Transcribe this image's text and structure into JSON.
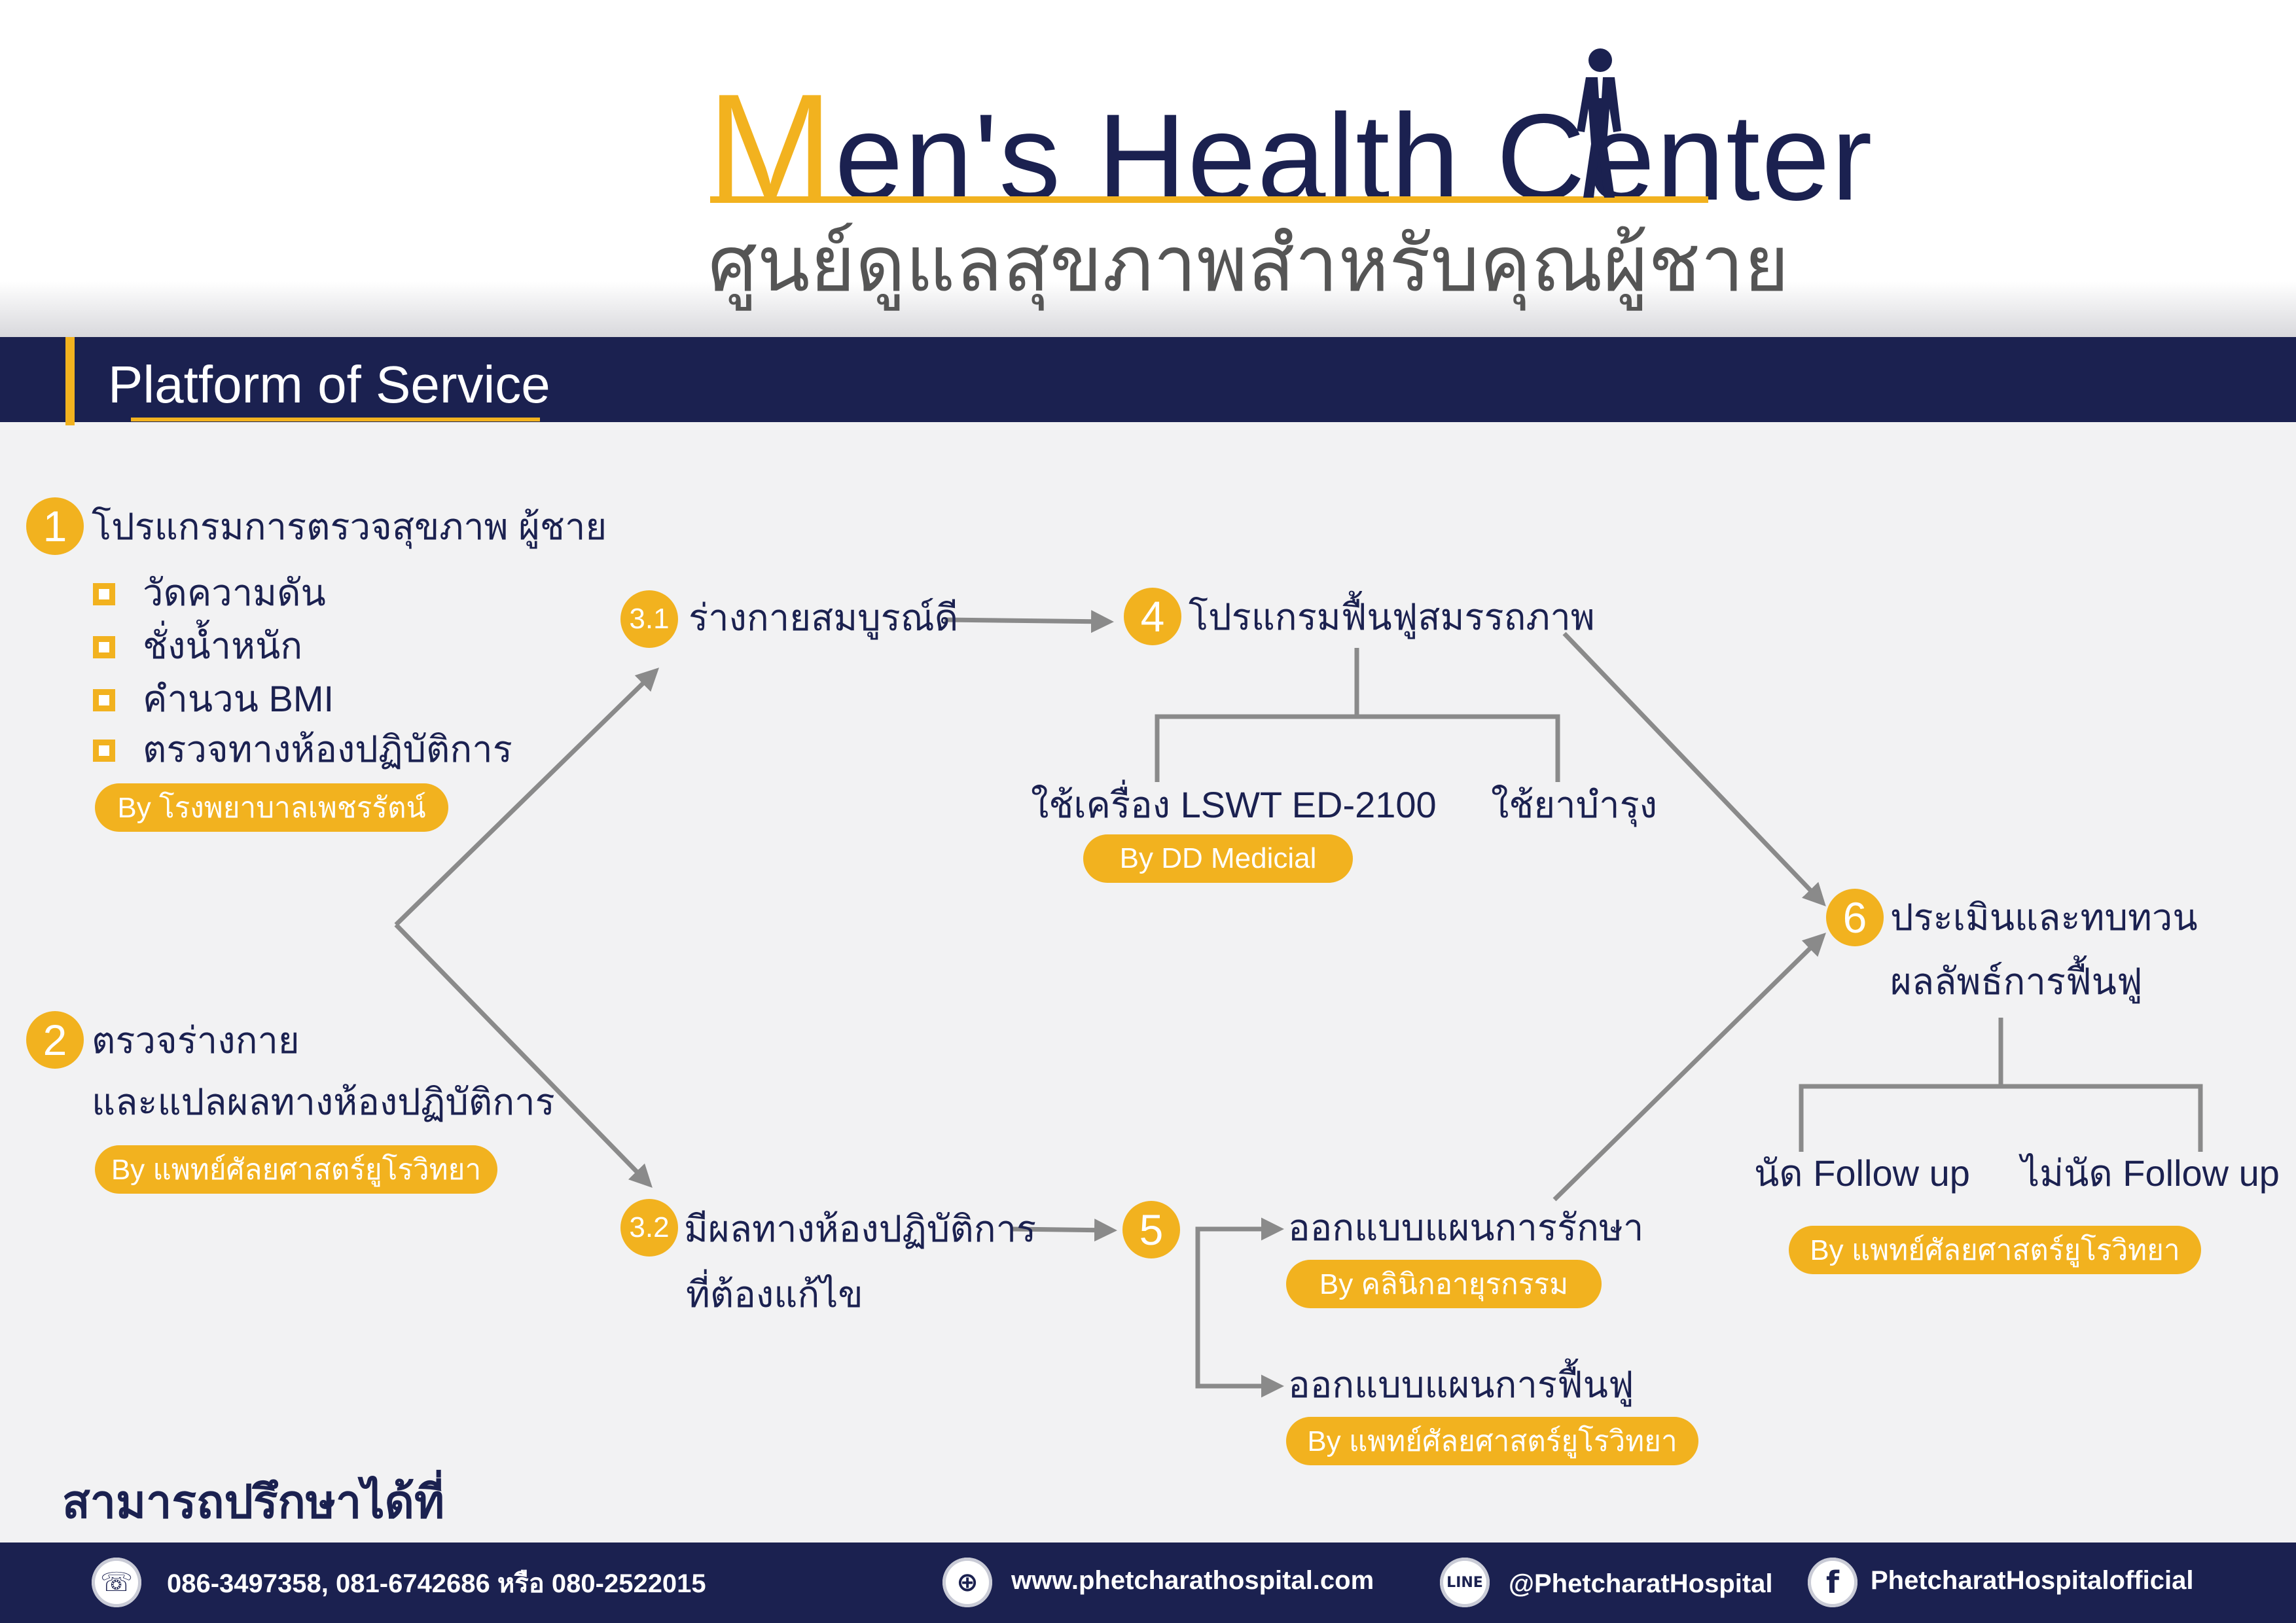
{
  "header": {
    "title_first_letter": "M",
    "title_rest": "en's Health Center",
    "subtitle": "ศูนย์ดูแลสุขภาพสำหรับคุณผู้ชาย"
  },
  "band": {
    "title": "Platform of Service"
  },
  "steps": {
    "s1": {
      "num": "1",
      "title": "โปรแกรมการตรวจสุขภาพ ผู้ชาย",
      "items": [
        "วัดความดัน",
        "ชั่งน้ำหนัก",
        "คำนวน BMI",
        "ตรวจทางห้องปฏิบัติการ"
      ],
      "by": "By โรงพยาบาลเพชรรัตน์"
    },
    "s2": {
      "num": "2",
      "title_line1": "ตรวจร่างกาย",
      "title_line2": "และแปลผลทางห้องปฏิบัติการ",
      "by": "By แพทย์ศัลยศาสตร์ยูโรวิทยา"
    },
    "s31": {
      "num": "3.1",
      "title": "ร่างกายสมบูรณ์ดี"
    },
    "s32": {
      "num": "3.2",
      "title_line1": "มีผลทางห้องปฏิบัติการ",
      "title_line2": "ที่ต้องแก้ไข"
    },
    "s4": {
      "num": "4",
      "title": "โปรแกรมฟื้นฟูสมรรถภาพ",
      "branch_left": "ใช้เครื่อง LSWT ED-2100",
      "branch_left_by": "By DD Medicial",
      "branch_right": "ใช้ยาบำรุง"
    },
    "s5": {
      "num": "5",
      "option1": "ออกแบบแผนการรักษา",
      "option1_by": "By คลินิกอายุรกรรม",
      "option2": "ออกแบบแผนการฟื้นฟู",
      "option2_by": "By แพทย์ศัลยศาสตร์ยูโรวิทยา"
    },
    "s6": {
      "num": "6",
      "title_line1": "ประเมินและทบทวน",
      "title_line2": "ผลลัพธ์การฟื้นฟู",
      "branch_left": "นัด Follow up",
      "branch_right": "ไม่นัด Follow up",
      "by": "By แพทย์ศัลยศาสตร์ยูโรวิทยา"
    }
  },
  "footer": {
    "consult": "สามารถปรึกษาได้ที่",
    "phone": "086-3497358, 081-6742686 หรือ 080-2522015",
    "website": "www.phetcharathospital.com",
    "line_label": "LINE",
    "line": "@PhetcharatHospital",
    "facebook_label": "f",
    "facebook": "PhetcharatHospitalofficial"
  },
  "colors": {
    "navy": "#1b2150",
    "gold": "#f2b21f",
    "arrow": "#8a8a8a",
    "background": "#f2f2f3"
  }
}
